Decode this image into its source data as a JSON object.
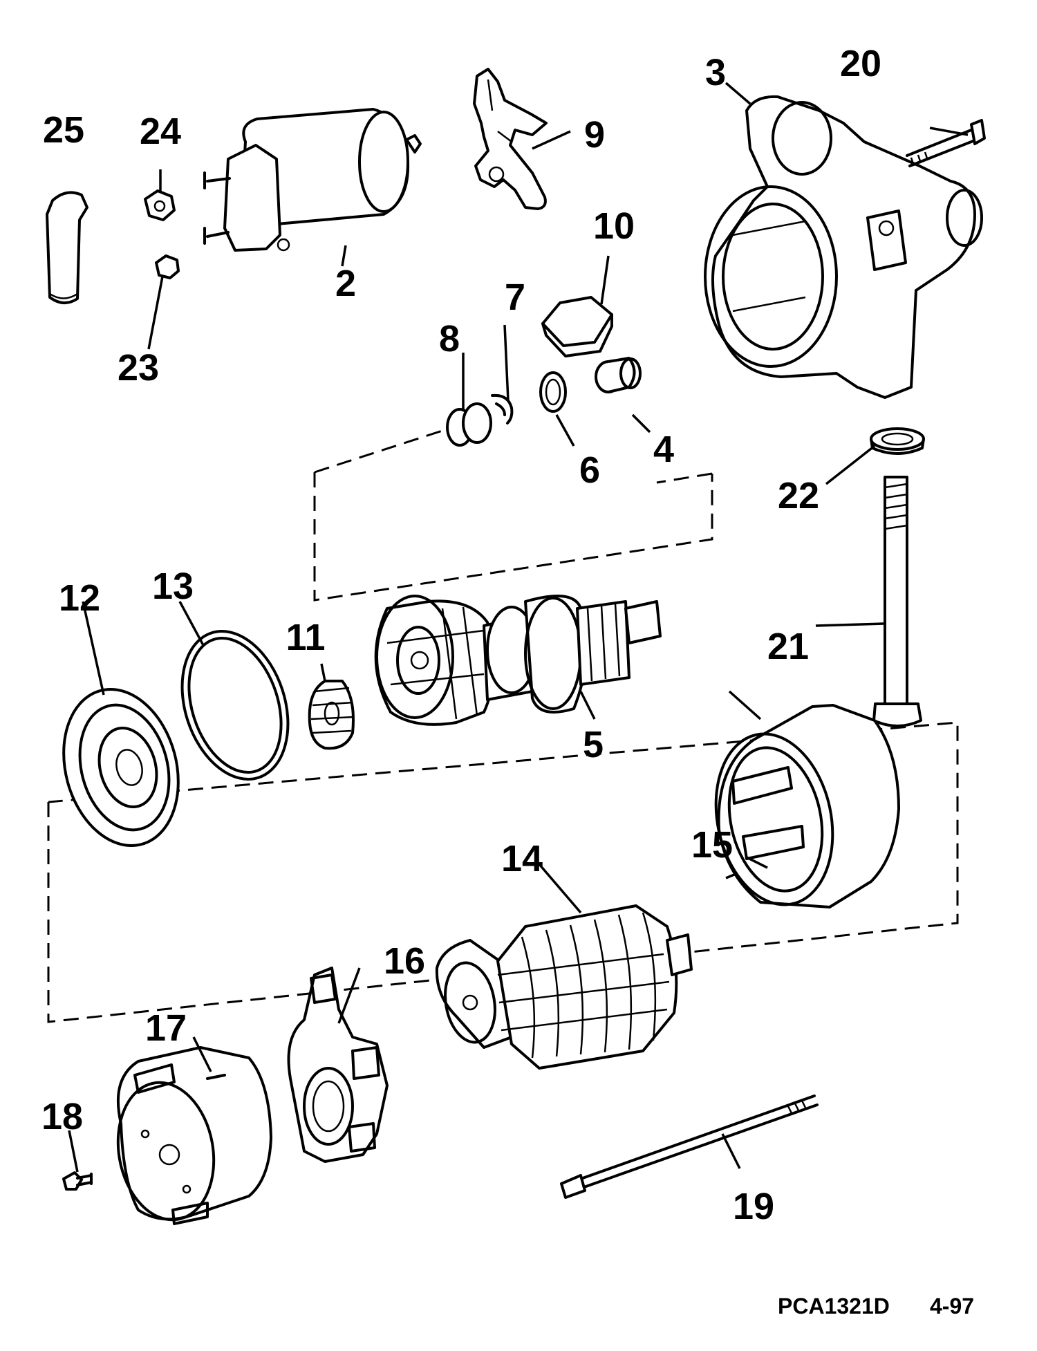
{
  "diagram": {
    "callouts": {
      "c2": "2",
      "c3": "3",
      "c4": "4",
      "c5": "5",
      "c6": "6",
      "c7": "7",
      "c8": "8",
      "c9": "9",
      "c10": "10",
      "c11": "11",
      "c12": "12",
      "c13": "13",
      "c14": "14",
      "c15": "15",
      "c16": "16",
      "c17": "17",
      "c18": "18",
      "c19": "19",
      "c20": "20",
      "c21": "21",
      "c22": "22",
      "c23": "23",
      "c24": "24",
      "c25": "25"
    },
    "figure_code": "PCA1321D",
    "figure_date": "4-97"
  }
}
